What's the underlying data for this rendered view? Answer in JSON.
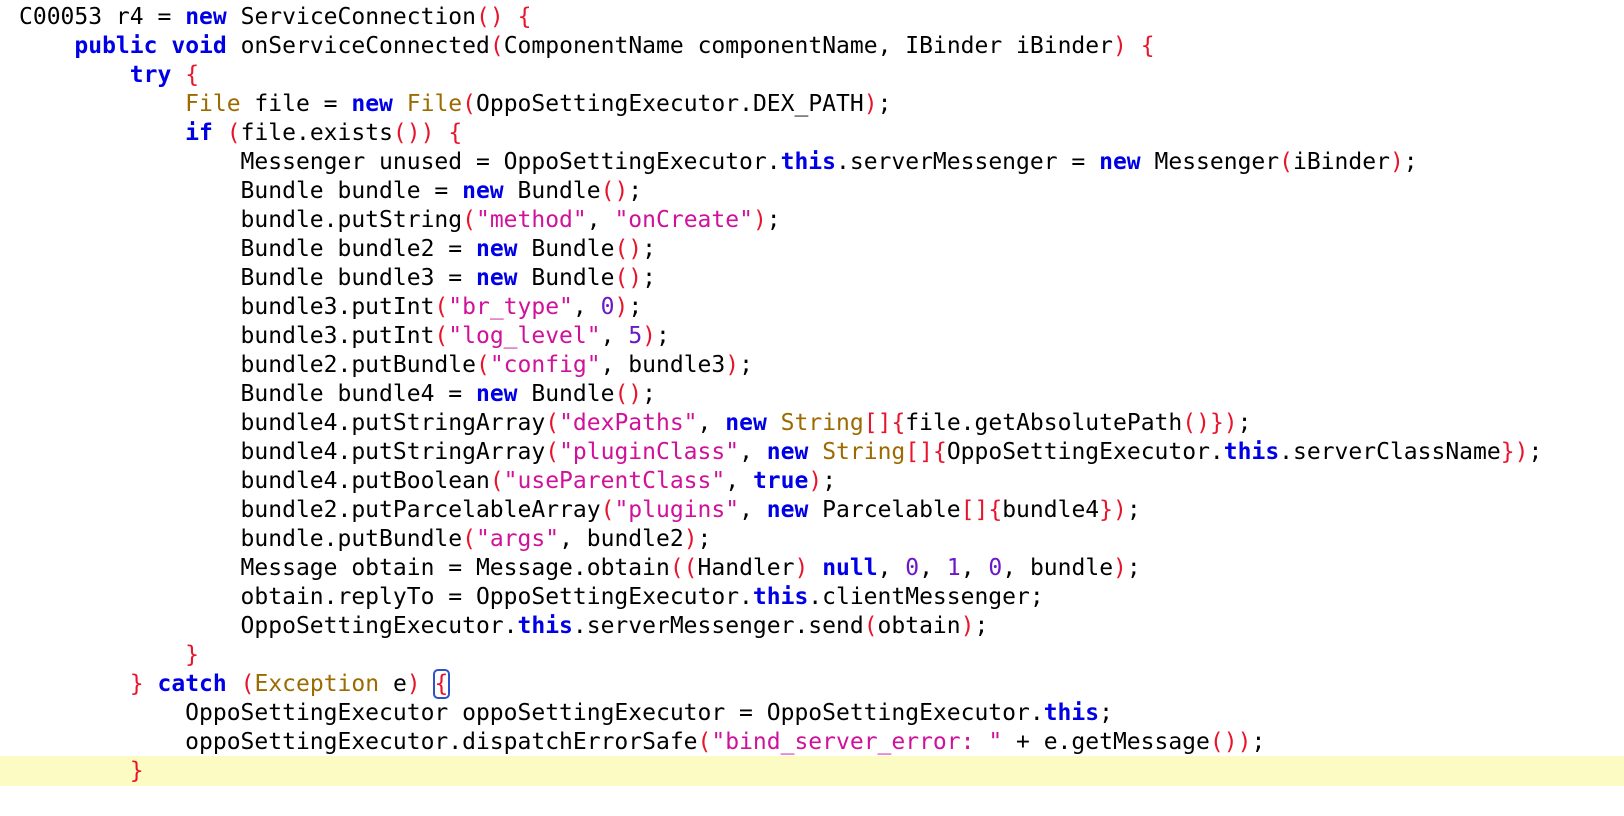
{
  "editor": {
    "colors": {
      "background": "#ffffff",
      "current_line": "#fdfbc4",
      "keyword": "#0000e6",
      "type": "#9b6b00",
      "string": "#d0119a",
      "number": "#6a18c8",
      "bracket": "#e8142b",
      "match_outline": "#2d52c9"
    },
    "current_line_index": 26,
    "lines": [
      {
        "tokens": [
          {
            "t": "C00053 r4 ",
            "k": "plain"
          },
          {
            "t": "=",
            "k": "plain"
          },
          {
            "t": " ",
            "k": "plain"
          },
          {
            "t": "new",
            "k": "kw"
          },
          {
            "t": " ServiceConnection",
            "k": "plain"
          },
          {
            "t": "()",
            "k": "brk"
          },
          {
            "t": " ",
            "k": "plain"
          },
          {
            "t": "{",
            "k": "brk"
          }
        ]
      },
      {
        "tokens": [
          {
            "t": "    ",
            "k": "plain"
          },
          {
            "t": "public",
            "k": "kw"
          },
          {
            "t": " ",
            "k": "plain"
          },
          {
            "t": "void",
            "k": "kw"
          },
          {
            "t": " onServiceConnected",
            "k": "plain"
          },
          {
            "t": "(",
            "k": "brk"
          },
          {
            "t": "ComponentName componentName, IBinder iBinder",
            "k": "plain"
          },
          {
            "t": ")",
            "k": "brk"
          },
          {
            "t": " ",
            "k": "plain"
          },
          {
            "t": "{",
            "k": "brk"
          }
        ]
      },
      {
        "tokens": [
          {
            "t": "        ",
            "k": "plain"
          },
          {
            "t": "try",
            "k": "kw"
          },
          {
            "t": " ",
            "k": "plain"
          },
          {
            "t": "{",
            "k": "brk"
          }
        ]
      },
      {
        "tokens": [
          {
            "t": "            ",
            "k": "plain"
          },
          {
            "t": "File",
            "k": "type"
          },
          {
            "t": " file = ",
            "k": "plain"
          },
          {
            "t": "new",
            "k": "kw"
          },
          {
            "t": " ",
            "k": "plain"
          },
          {
            "t": "File",
            "k": "type"
          },
          {
            "t": "(",
            "k": "brk"
          },
          {
            "t": "OppoSettingExecutor.DEX_PATH",
            "k": "plain"
          },
          {
            "t": ")",
            "k": "brk"
          },
          {
            "t": ";",
            "k": "plain"
          }
        ]
      },
      {
        "tokens": [
          {
            "t": "            ",
            "k": "plain"
          },
          {
            "t": "if",
            "k": "kw"
          },
          {
            "t": " ",
            "k": "plain"
          },
          {
            "t": "(",
            "k": "brk"
          },
          {
            "t": "file.exists",
            "k": "plain"
          },
          {
            "t": "())",
            "k": "brk"
          },
          {
            "t": " ",
            "k": "plain"
          },
          {
            "t": "{",
            "k": "brk"
          }
        ]
      },
      {
        "tokens": [
          {
            "t": "                Messenger unused = OppoSettingExecutor.",
            "k": "plain"
          },
          {
            "t": "this",
            "k": "kw"
          },
          {
            "t": ".serverMessenger = ",
            "k": "plain"
          },
          {
            "t": "new",
            "k": "kw"
          },
          {
            "t": " Messenger",
            "k": "plain"
          },
          {
            "t": "(",
            "k": "brk"
          },
          {
            "t": "iBinder",
            "k": "plain"
          },
          {
            "t": ")",
            "k": "brk"
          },
          {
            "t": ";",
            "k": "plain"
          }
        ]
      },
      {
        "tokens": [
          {
            "t": "                Bundle bundle = ",
            "k": "plain"
          },
          {
            "t": "new",
            "k": "kw"
          },
          {
            "t": " Bundle",
            "k": "plain"
          },
          {
            "t": "()",
            "k": "brk"
          },
          {
            "t": ";",
            "k": "plain"
          }
        ]
      },
      {
        "tokens": [
          {
            "t": "                bundle.putString",
            "k": "plain"
          },
          {
            "t": "(",
            "k": "brk"
          },
          {
            "t": "\"method\"",
            "k": "str"
          },
          {
            "t": ", ",
            "k": "plain"
          },
          {
            "t": "\"onCreate\"",
            "k": "str"
          },
          {
            "t": ")",
            "k": "brk"
          },
          {
            "t": ";",
            "k": "plain"
          }
        ]
      },
      {
        "tokens": [
          {
            "t": "                Bundle bundle2 = ",
            "k": "plain"
          },
          {
            "t": "new",
            "k": "kw"
          },
          {
            "t": " Bundle",
            "k": "plain"
          },
          {
            "t": "()",
            "k": "brk"
          },
          {
            "t": ";",
            "k": "plain"
          }
        ]
      },
      {
        "tokens": [
          {
            "t": "                Bundle bundle3 = ",
            "k": "plain"
          },
          {
            "t": "new",
            "k": "kw"
          },
          {
            "t": " Bundle",
            "k": "plain"
          },
          {
            "t": "()",
            "k": "brk"
          },
          {
            "t": ";",
            "k": "plain"
          }
        ]
      },
      {
        "tokens": [
          {
            "t": "                bundle3.putInt",
            "k": "plain"
          },
          {
            "t": "(",
            "k": "brk"
          },
          {
            "t": "\"br_type\"",
            "k": "str"
          },
          {
            "t": ", ",
            "k": "plain"
          },
          {
            "t": "0",
            "k": "num"
          },
          {
            "t": ")",
            "k": "brk"
          },
          {
            "t": ";",
            "k": "plain"
          }
        ]
      },
      {
        "tokens": [
          {
            "t": "                bundle3.putInt",
            "k": "plain"
          },
          {
            "t": "(",
            "k": "brk"
          },
          {
            "t": "\"log_level\"",
            "k": "str"
          },
          {
            "t": ", ",
            "k": "plain"
          },
          {
            "t": "5",
            "k": "num"
          },
          {
            "t": ")",
            "k": "brk"
          },
          {
            "t": ";",
            "k": "plain"
          }
        ]
      },
      {
        "tokens": [
          {
            "t": "                bundle2.putBundle",
            "k": "plain"
          },
          {
            "t": "(",
            "k": "brk"
          },
          {
            "t": "\"config\"",
            "k": "str"
          },
          {
            "t": ", bundle3",
            "k": "plain"
          },
          {
            "t": ")",
            "k": "brk"
          },
          {
            "t": ";",
            "k": "plain"
          }
        ]
      },
      {
        "tokens": [
          {
            "t": "                Bundle bundle4 = ",
            "k": "plain"
          },
          {
            "t": "new",
            "k": "kw"
          },
          {
            "t": " Bundle",
            "k": "plain"
          },
          {
            "t": "()",
            "k": "brk"
          },
          {
            "t": ";",
            "k": "plain"
          }
        ]
      },
      {
        "tokens": [
          {
            "t": "                bundle4.putStringArray",
            "k": "plain"
          },
          {
            "t": "(",
            "k": "brk"
          },
          {
            "t": "\"dexPaths\"",
            "k": "str"
          },
          {
            "t": ", ",
            "k": "plain"
          },
          {
            "t": "new",
            "k": "kw"
          },
          {
            "t": " ",
            "k": "plain"
          },
          {
            "t": "String",
            "k": "type"
          },
          {
            "t": "[]{",
            "k": "brk"
          },
          {
            "t": "file.getAbsolutePath",
            "k": "plain"
          },
          {
            "t": "()})",
            "k": "brk"
          },
          {
            "t": ";",
            "k": "plain"
          }
        ]
      },
      {
        "tokens": [
          {
            "t": "                bundle4.putStringArray",
            "k": "plain"
          },
          {
            "t": "(",
            "k": "brk"
          },
          {
            "t": "\"pluginClass\"",
            "k": "str"
          },
          {
            "t": ", ",
            "k": "plain"
          },
          {
            "t": "new",
            "k": "kw"
          },
          {
            "t": " ",
            "k": "plain"
          },
          {
            "t": "String",
            "k": "type"
          },
          {
            "t": "[]{",
            "k": "brk"
          },
          {
            "t": "OppoSettingExecutor.",
            "k": "plain"
          },
          {
            "t": "this",
            "k": "kw"
          },
          {
            "t": ".serverClassName",
            "k": "plain"
          },
          {
            "t": "})",
            "k": "brk"
          },
          {
            "t": ";",
            "k": "plain"
          }
        ]
      },
      {
        "tokens": [
          {
            "t": "                bundle4.putBoolean",
            "k": "plain"
          },
          {
            "t": "(",
            "k": "brk"
          },
          {
            "t": "\"useParentClass\"",
            "k": "str"
          },
          {
            "t": ", ",
            "k": "plain"
          },
          {
            "t": "true",
            "k": "kw"
          },
          {
            "t": ")",
            "k": "brk"
          },
          {
            "t": ";",
            "k": "plain"
          }
        ]
      },
      {
        "tokens": [
          {
            "t": "                bundle2.putParcelableArray",
            "k": "plain"
          },
          {
            "t": "(",
            "k": "brk"
          },
          {
            "t": "\"plugins\"",
            "k": "str"
          },
          {
            "t": ", ",
            "k": "plain"
          },
          {
            "t": "new",
            "k": "kw"
          },
          {
            "t": " Parcelable",
            "k": "plain"
          },
          {
            "t": "[]{",
            "k": "brk"
          },
          {
            "t": "bundle4",
            "k": "plain"
          },
          {
            "t": "})",
            "k": "brk"
          },
          {
            "t": ";",
            "k": "plain"
          }
        ]
      },
      {
        "tokens": [
          {
            "t": "                bundle.putBundle",
            "k": "plain"
          },
          {
            "t": "(",
            "k": "brk"
          },
          {
            "t": "\"args\"",
            "k": "str"
          },
          {
            "t": ", bundle2",
            "k": "plain"
          },
          {
            "t": ")",
            "k": "brk"
          },
          {
            "t": ";",
            "k": "plain"
          }
        ]
      },
      {
        "tokens": [
          {
            "t": "                Message obtain = Message.obtain",
            "k": "plain"
          },
          {
            "t": "((",
            "k": "brk"
          },
          {
            "t": "Handler",
            "k": "plain"
          },
          {
            "t": ")",
            "k": "brk"
          },
          {
            "t": " ",
            "k": "plain"
          },
          {
            "t": "null",
            "k": "kw"
          },
          {
            "t": ", ",
            "k": "plain"
          },
          {
            "t": "0",
            "k": "num"
          },
          {
            "t": ", ",
            "k": "plain"
          },
          {
            "t": "1",
            "k": "num"
          },
          {
            "t": ", ",
            "k": "plain"
          },
          {
            "t": "0",
            "k": "num"
          },
          {
            "t": ", bundle",
            "k": "plain"
          },
          {
            "t": ")",
            "k": "brk"
          },
          {
            "t": ";",
            "k": "plain"
          }
        ]
      },
      {
        "tokens": [
          {
            "t": "                obtain.replyTo = OppoSettingExecutor.",
            "k": "plain"
          },
          {
            "t": "this",
            "k": "kw"
          },
          {
            "t": ".clientMessenger;",
            "k": "plain"
          }
        ]
      },
      {
        "tokens": [
          {
            "t": "                OppoSettingExecutor.",
            "k": "plain"
          },
          {
            "t": "this",
            "k": "kw"
          },
          {
            "t": ".serverMessenger.send",
            "k": "plain"
          },
          {
            "t": "(",
            "k": "brk"
          },
          {
            "t": "obtain",
            "k": "plain"
          },
          {
            "t": ")",
            "k": "brk"
          },
          {
            "t": ";",
            "k": "plain"
          }
        ]
      },
      {
        "tokens": [
          {
            "t": "            ",
            "k": "plain"
          },
          {
            "t": "}",
            "k": "brk"
          }
        ]
      },
      {
        "tokens": [
          {
            "t": "        ",
            "k": "plain"
          },
          {
            "t": "}",
            "k": "brk"
          },
          {
            "t": " ",
            "k": "plain"
          },
          {
            "t": "catch",
            "k": "kw"
          },
          {
            "t": " ",
            "k": "plain"
          },
          {
            "t": "(",
            "k": "brk"
          },
          {
            "t": "Exception",
            "k": "type"
          },
          {
            "t": " e",
            "k": "plain"
          },
          {
            "t": ")",
            "k": "brk"
          },
          {
            "t": " ",
            "k": "plain"
          },
          {
            "t": "{",
            "k": "match"
          }
        ]
      },
      {
        "tokens": [
          {
            "t": "            OppoSettingExecutor oppoSettingExecutor = OppoSettingExecutor.",
            "k": "plain"
          },
          {
            "t": "this",
            "k": "kw"
          },
          {
            "t": ";",
            "k": "plain"
          }
        ]
      },
      {
        "tokens": [
          {
            "t": "            oppoSettingExecutor.dispatchErrorSafe",
            "k": "plain"
          },
          {
            "t": "(",
            "k": "brk"
          },
          {
            "t": "\"bind_server_error: \"",
            "k": "str"
          },
          {
            "t": " + e.getMessage",
            "k": "plain"
          },
          {
            "t": "())",
            "k": "brk"
          },
          {
            "t": ";",
            "k": "plain"
          }
        ]
      },
      {
        "tokens": [
          {
            "t": "        ",
            "k": "plain"
          },
          {
            "t": "}",
            "k": "brk"
          }
        ]
      }
    ]
  }
}
